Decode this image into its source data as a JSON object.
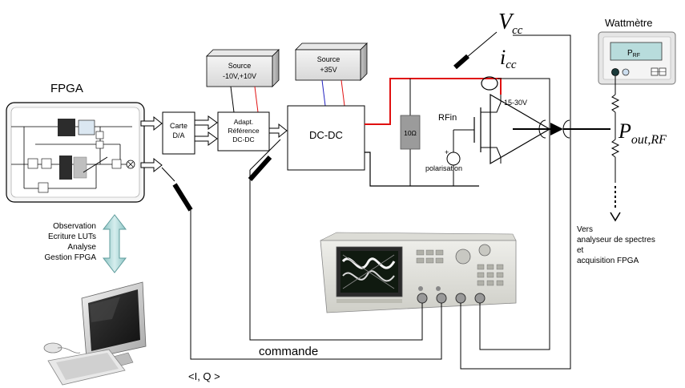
{
  "fpga": {
    "title": "FPGA"
  },
  "dac": {
    "line1": "Carte",
    "line2": "D/A"
  },
  "ref_source": {
    "line1": "Source",
    "line2": "-10V,+10V"
  },
  "adapt": {
    "line1": "Adapt.",
    "line2": "Référence",
    "line3": "DC-DC"
  },
  "supply_source": {
    "line1": "Source",
    "line2": "+35V"
  },
  "dcdc": {
    "label": "DC-DC"
  },
  "resistor": {
    "label": "10Ω"
  },
  "amplifier": {
    "rfin": "RFin",
    "bias_range": "15-30V",
    "bias_label": "polarisation",
    "bias_sign": "+"
  },
  "vcc": {
    "main": "V",
    "sub": "cc"
  },
  "icc": {
    "main": "i",
    "sub": "cc"
  },
  "wattmeter": {
    "title": "Wattmètre",
    "display_main": "P",
    "display_sub": "RF"
  },
  "pout": {
    "main": "P",
    "sub": "out,RF"
  },
  "output_note": {
    "line1": "Vers",
    "line2": "analyseur de spectres",
    "line3": "et",
    "line4": "acquisition FPGA"
  },
  "pc_tasks": {
    "line1": "Observation",
    "line2": "Ecriture LUTs",
    "line3": "Analyse",
    "line4": "Gestion FPGA"
  },
  "commande": {
    "label": "commande"
  },
  "iq": {
    "label": "<I, Q >"
  },
  "colors": {
    "supply_wire": "#e01010",
    "blue_wire": "#2020c0",
    "arrow_teal": "#a8d4d4",
    "wattmeter_screen": "#b8dcdc"
  },
  "icons": [
    "fpga-board-icon",
    "computer-icon",
    "oscilloscope-icon",
    "probe-icon",
    "wattmeter-icon"
  ]
}
